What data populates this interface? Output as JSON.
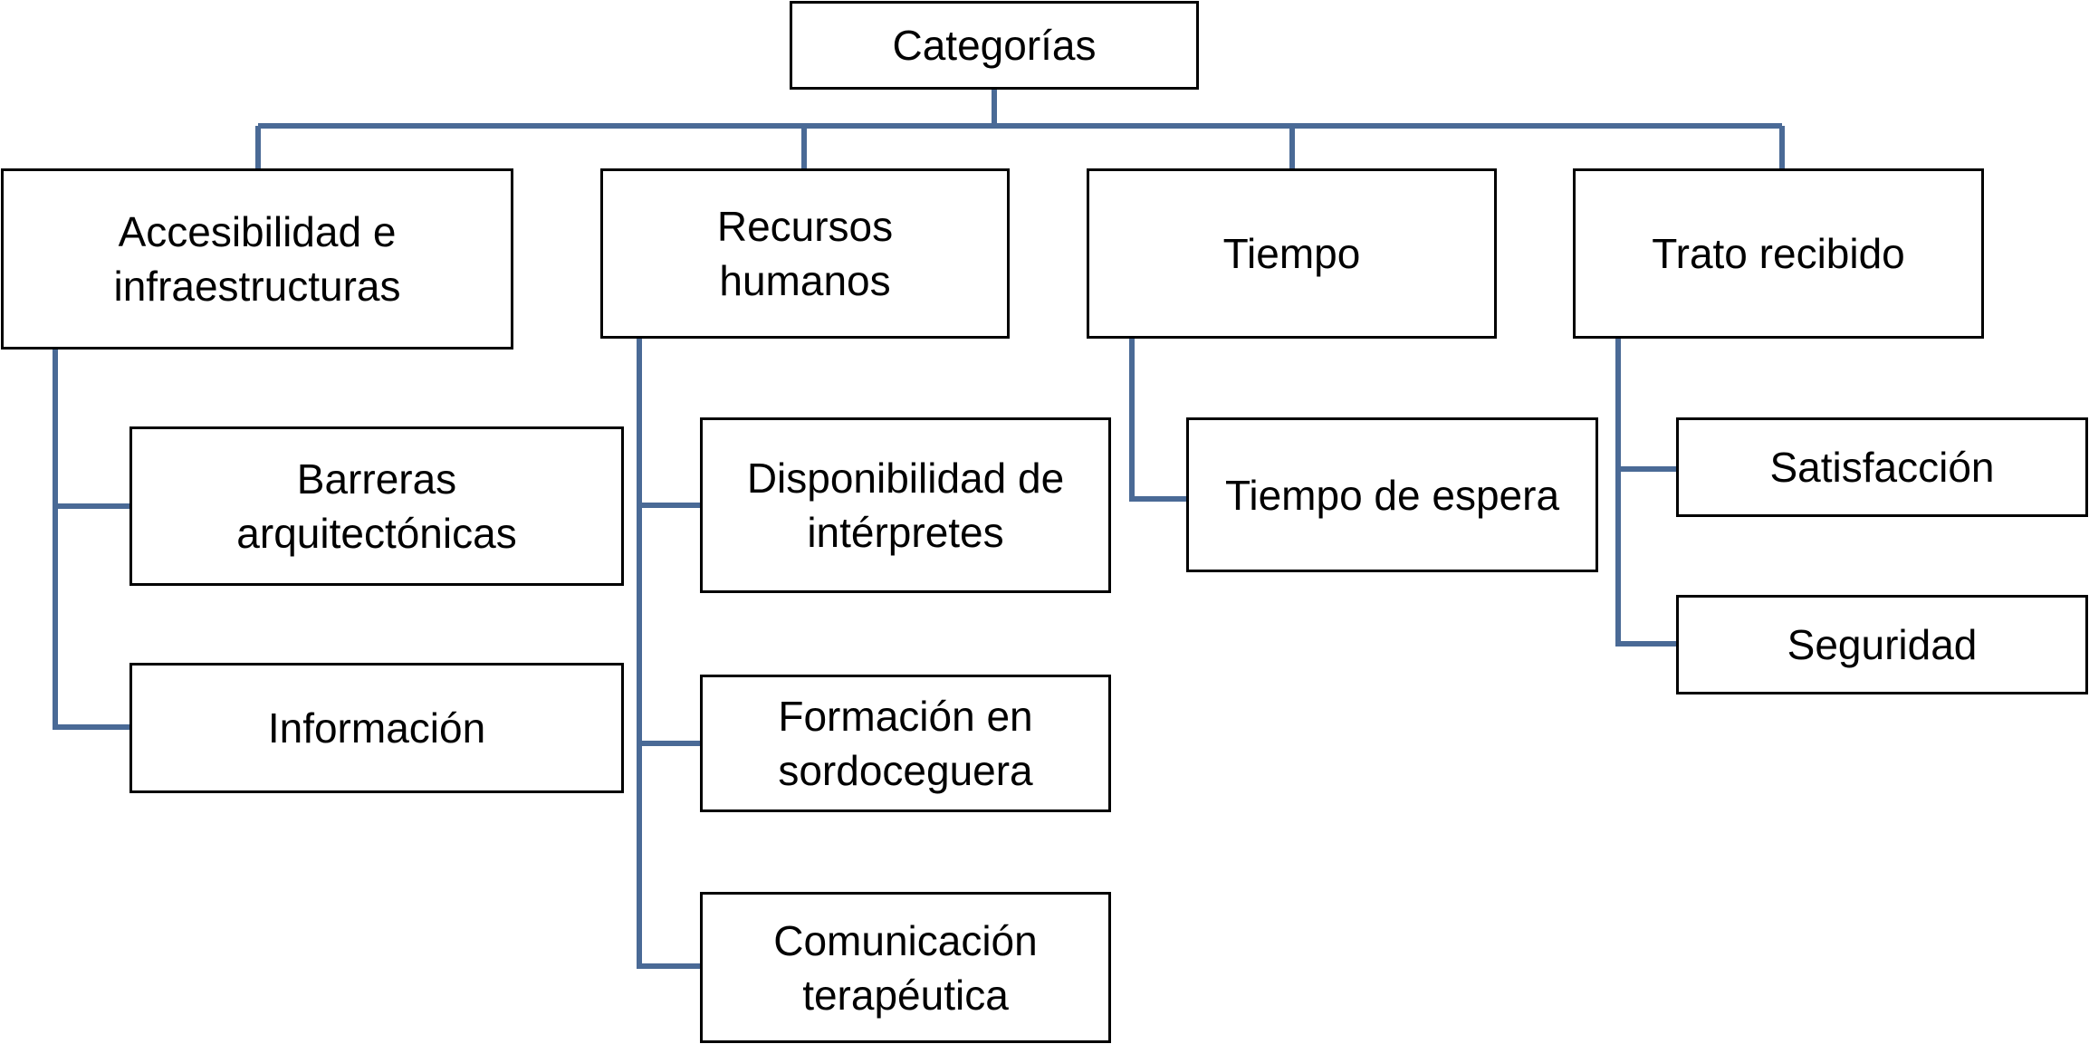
{
  "diagram": {
    "root": {
      "label": "Categorías"
    },
    "categories": [
      {
        "label": "Accesibilidad e\ninfraestructuras",
        "children": [
          {
            "label": "Barreras\narquitectónicas"
          },
          {
            "label": "Información"
          }
        ]
      },
      {
        "label": "Recursos\nhumanos",
        "children": [
          {
            "label": "Disponibilidad de\nintérpretes"
          },
          {
            "label": "Formación en\nsordoceguera"
          },
          {
            "label": "Comunicación\nterapéutica"
          }
        ]
      },
      {
        "label": "Tiempo",
        "children": [
          {
            "label": "Tiempo de espera"
          }
        ]
      },
      {
        "label": "Trato recibido",
        "children": [
          {
            "label": "Satisfacción"
          },
          {
            "label": "Seguridad"
          }
        ]
      }
    ],
    "colors": {
      "connector": "#4a6a96",
      "box_border": "#000000",
      "text": "#000000",
      "background": "#ffffff"
    }
  }
}
